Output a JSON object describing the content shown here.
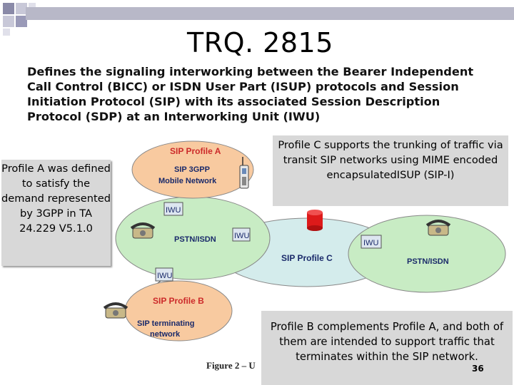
{
  "slide": {
    "title": "TRQ. 2815",
    "intro": "Defines the signaling interworking between the Bearer Independent Call Control (BICC) or ISDN User Part (ISUP) protocols and Session Initiation Protocol (SIP) with its associated Session Description Protocol (SDP) at an Interworking Unit (IWU)",
    "page_number": "36"
  },
  "callouts": {
    "profile_a": "Profile A was defined to satisfy the demand represented by 3GPP in TA 24.229 V5.1.0",
    "profile_c": "Profile C supports the trunking of traffic via transit SIP networks using MIME encoded encapsulatedISUP (SIP-I)",
    "profile_b": "Profile B complements Profile A, and both of them are intended to support traffic that terminates within the SIP network."
  },
  "diagram": {
    "sip_profile_a": "SIP Profile A",
    "sip_3gpp": "SIP 3GPP",
    "mobile_network": "Mobile Network",
    "iwu_top": "IWU",
    "pstn_isdn_left": "PSTN/ISDN",
    "iwu_middle": "IWU",
    "iwu_right": "IWU",
    "sip_profile_c": "SIP Profile C",
    "pstn_isdn_right": "PSTN/ISDN",
    "iwu_bottom": "IWU",
    "sip_profile_b": "SIP Profile B",
    "sip_terminating": "SIP terminating",
    "network": "network",
    "figure_caption": "Figure 2 – U"
  },
  "colors": {
    "ellipse_orange": "#f8caa0",
    "ellipse_green": "#c8ecc4",
    "ellipse_teal": "#d4ecec",
    "label_red": "#cc2a2a",
    "label_navy": "#1a2a6a",
    "callout_bg": "#d8d8d8"
  },
  "icons": [
    "telephone-icon",
    "mobile-phone-icon",
    "database-icon"
  ]
}
